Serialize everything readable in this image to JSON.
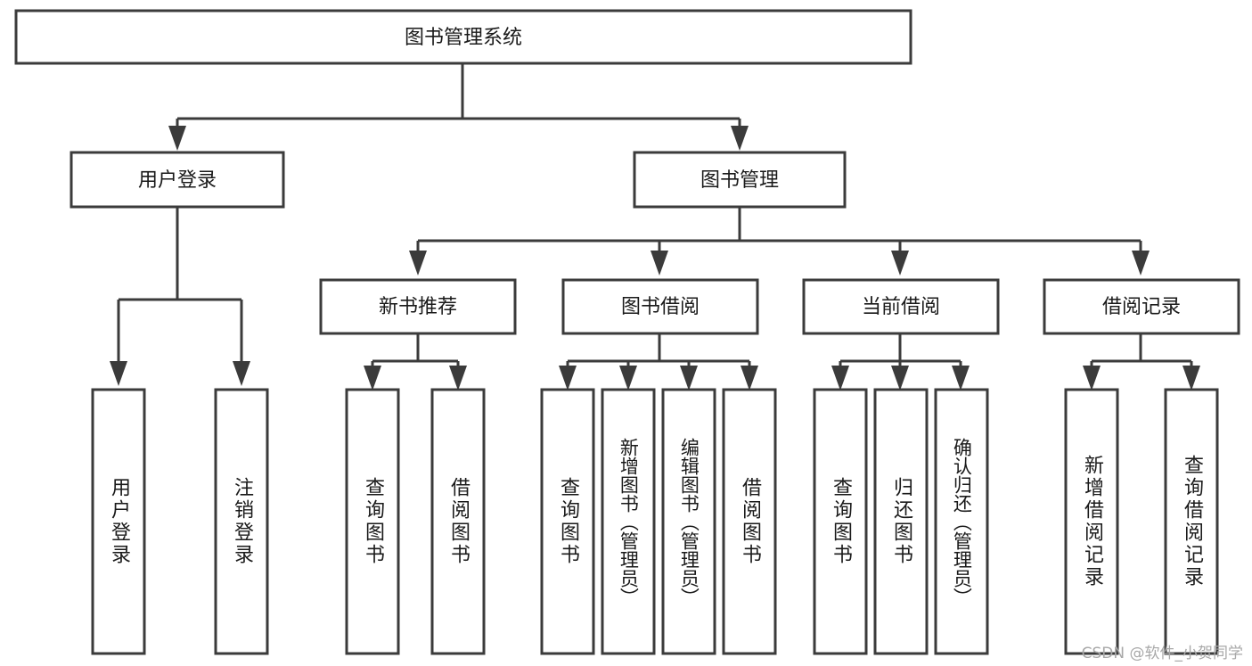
{
  "diagram": {
    "title": "图书管理系统",
    "type": "tree",
    "watermark": "CSDN @软件_小贺同学",
    "colors": {
      "background": "#ffffff",
      "box_stroke": "#3b3b3b",
      "box_fill": "#ffffff",
      "text": "#1a1a1a",
      "watermark": "#a8a8a8"
    },
    "root": {
      "id": "root",
      "label": "图书管理系统"
    },
    "level1": [
      {
        "id": "user-login",
        "label": "用户登录"
      },
      {
        "id": "book-manage",
        "label": "图书管理"
      }
    ],
    "level2": [
      {
        "id": "new-book-rec",
        "label": "新书推荐",
        "parent": "book-manage"
      },
      {
        "id": "book-borrow",
        "label": "图书借阅",
        "parent": "book-manage"
      },
      {
        "id": "current-borrow",
        "label": "当前借阅",
        "parent": "book-manage"
      },
      {
        "id": "borrow-record",
        "label": "借阅记录",
        "parent": "book-manage"
      }
    ],
    "leaves": [
      {
        "id": "leaf-user-login",
        "label": "用户登录",
        "parent": "user-login"
      },
      {
        "id": "leaf-logout",
        "label": "注销登录",
        "parent": "user-login"
      },
      {
        "id": "leaf-query-book-1",
        "label": "查询图书",
        "parent": "new-book-rec"
      },
      {
        "id": "leaf-borrow-book-1",
        "label": "借阅图书",
        "parent": "new-book-rec"
      },
      {
        "id": "leaf-query-book-2",
        "label": "查询图书",
        "parent": "book-borrow"
      },
      {
        "id": "leaf-add-book",
        "label": "新增图书（管理员）",
        "parent": "book-borrow"
      },
      {
        "id": "leaf-edit-book",
        "label": "编辑图书（管理员）",
        "parent": "book-borrow"
      },
      {
        "id": "leaf-borrow-book-2",
        "label": "借阅图书",
        "parent": "book-borrow"
      },
      {
        "id": "leaf-query-book-3",
        "label": "查询图书",
        "parent": "current-borrow"
      },
      {
        "id": "leaf-return-book",
        "label": "归还图书",
        "parent": "current-borrow"
      },
      {
        "id": "leaf-confirm-return",
        "label": "确认归还（管理员）",
        "parent": "current-borrow"
      },
      {
        "id": "leaf-add-record",
        "label": "新增借阅记录",
        "parent": "borrow-record"
      },
      {
        "id": "leaf-query-record",
        "label": "查询借阅记录",
        "parent": "borrow-record"
      }
    ]
  }
}
